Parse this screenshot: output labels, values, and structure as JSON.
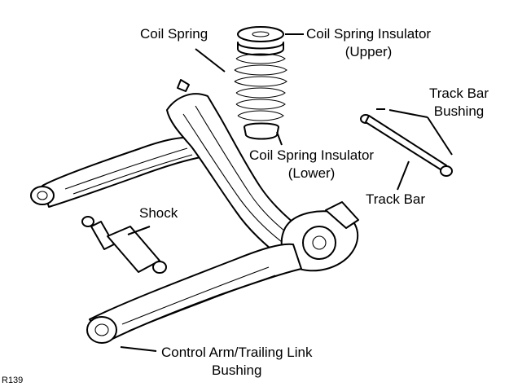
{
  "labels": {
    "coil_spring": "Coil Spring",
    "coil_spring_insulator_upper": [
      "Coil Spring Insulator",
      "(Upper)"
    ],
    "track_bar_bushing": [
      "Track Bar",
      "Bushing"
    ],
    "coil_spring_insulator_lower": [
      "Coil Spring Insulator",
      "(Lower)"
    ],
    "track_bar": "Track Bar",
    "shock": "Shock",
    "control_arm_bushing": [
      "Control Arm/Trailing Link",
      "Bushing"
    ]
  },
  "figure_id": "R139"
}
